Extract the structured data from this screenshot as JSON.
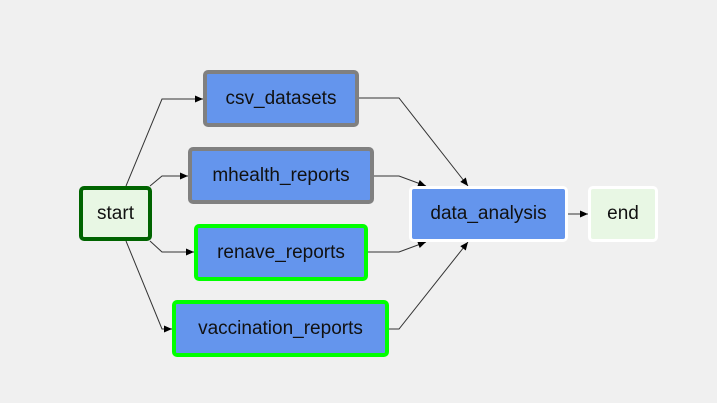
{
  "colors": {
    "background": "#f0f0f0",
    "task_fill": "#6495ed",
    "dummy_fill": "#e8f7e4",
    "edge": "#333333",
    "border_gray": "#808080",
    "border_lime": "#00ff00",
    "border_darkgreen": "#006400",
    "border_white": "#ffffff"
  },
  "nodes": {
    "start": {
      "label": "start",
      "fill": "dummy_fill",
      "border": "border_darkgreen"
    },
    "csv_datasets": {
      "label": "csv_datasets",
      "fill": "task_fill",
      "border": "border_gray"
    },
    "mhealth_reports": {
      "label": "mhealth_reports",
      "fill": "task_fill",
      "border": "border_gray"
    },
    "renave_reports": {
      "label": "renave_reports",
      "fill": "task_fill",
      "border": "border_lime"
    },
    "vaccination_reports": {
      "label": "vaccination_reports",
      "fill": "task_fill",
      "border": "border_lime"
    },
    "data_analysis": {
      "label": "data_analysis",
      "fill": "task_fill",
      "border": "border_white"
    },
    "end": {
      "label": "end",
      "fill": "dummy_fill",
      "border": "border_white"
    }
  },
  "edges": [
    {
      "from": "start",
      "to": "csv_datasets"
    },
    {
      "from": "start",
      "to": "mhealth_reports"
    },
    {
      "from": "start",
      "to": "renave_reports"
    },
    {
      "from": "start",
      "to": "vaccination_reports"
    },
    {
      "from": "csv_datasets",
      "to": "data_analysis"
    },
    {
      "from": "mhealth_reports",
      "to": "data_analysis"
    },
    {
      "from": "renave_reports",
      "to": "data_analysis"
    },
    {
      "from": "vaccination_reports",
      "to": "data_analysis"
    },
    {
      "from": "data_analysis",
      "to": "end"
    }
  ]
}
